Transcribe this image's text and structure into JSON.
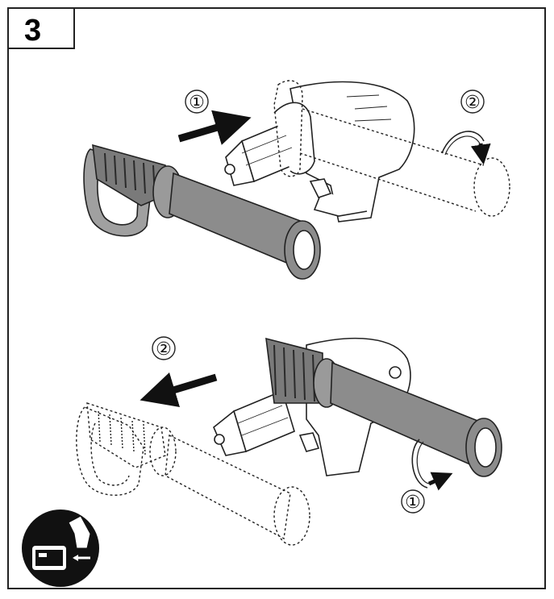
{
  "figure": {
    "step_number": "3",
    "top_panel": {
      "label_push": "①",
      "label_rotate": "②"
    },
    "bottom_panel": {
      "label_rotate": "①",
      "label_pull": "②"
    },
    "icon": "battery-remove-icon",
    "colors": {
      "line": "#222222",
      "handle_fill": "#8c8c8c",
      "handle_dark": "#5a5a5a",
      "background": "#ffffff"
    }
  }
}
